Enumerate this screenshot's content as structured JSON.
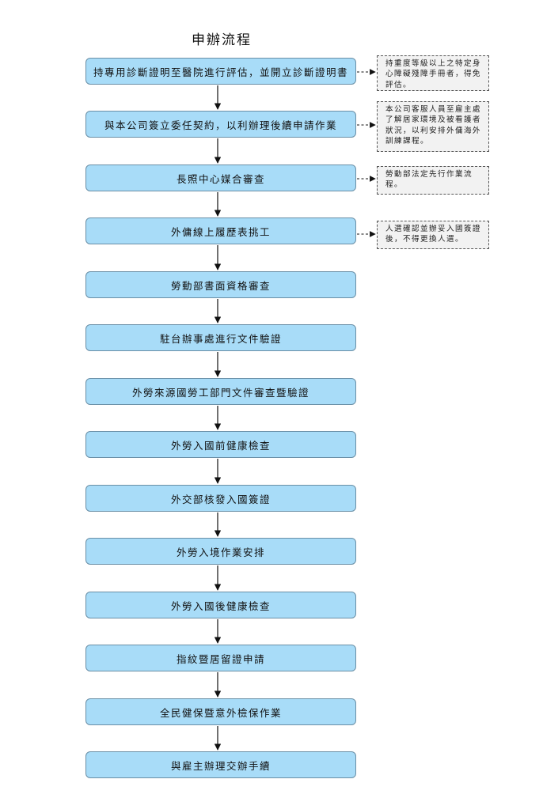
{
  "title": "申辦流程",
  "steps": [
    "持專用診斷證明至醫院進行評估，並開立診斷證明書",
    "與本公司簽立委任契約，以利辦理後續申請作業",
    "長照中心媒合審查",
    "外傭線上履歷表挑工",
    "勞動部書面資格審查",
    "駐台辦事處進行文件驗證",
    "外勞來源國勞工部門文件審查暨驗證",
    "外勞入國前健康檢查",
    "外交部核發入國簽證",
    "外勞入境作業安排",
    "外勞入國後健康檢查",
    "指紋暨居留證申請",
    "全民健保暨意外檢保作業",
    "與雇主辦理交辦手續"
  ],
  "notes": [
    "持重度等級以上之特定身心障礙殘障手冊者，得免評估。",
    "本公司客服人員至雇主處了解居家環境及被看護者狀況，以利安排外傭海外訓練課程。",
    "勞動部法定先行作業流程。",
    "人選確認並辦妥入國簽證後，不得更換人選。"
  ]
}
